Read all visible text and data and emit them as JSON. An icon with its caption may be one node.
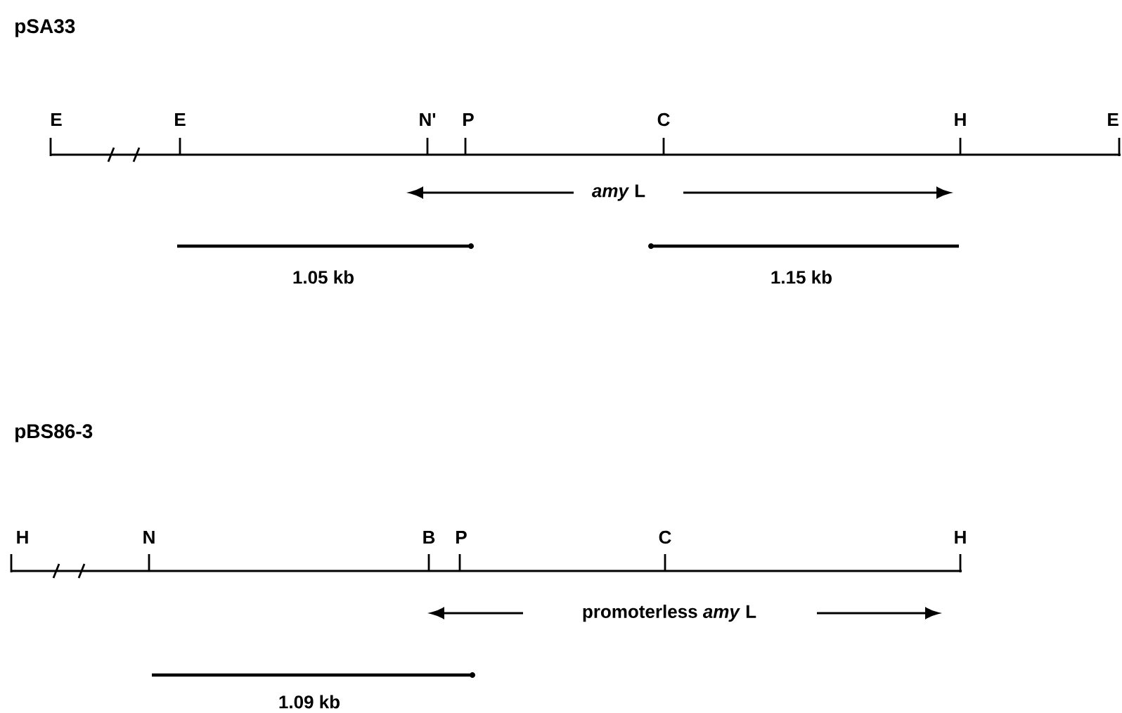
{
  "diagram": {
    "labels": [
      "pSA33",
      "E",
      "E",
      "N'",
      "P",
      "C",
      "H",
      "E",
      "*amy* L",
      "1.05 kb",
      "1.15 kb",
      "pBS86-3",
      "H",
      "N",
      "B",
      "P",
      "C",
      "H",
      "promoterless *amy* L",
      "1.09 kb"
    ]
  }
}
